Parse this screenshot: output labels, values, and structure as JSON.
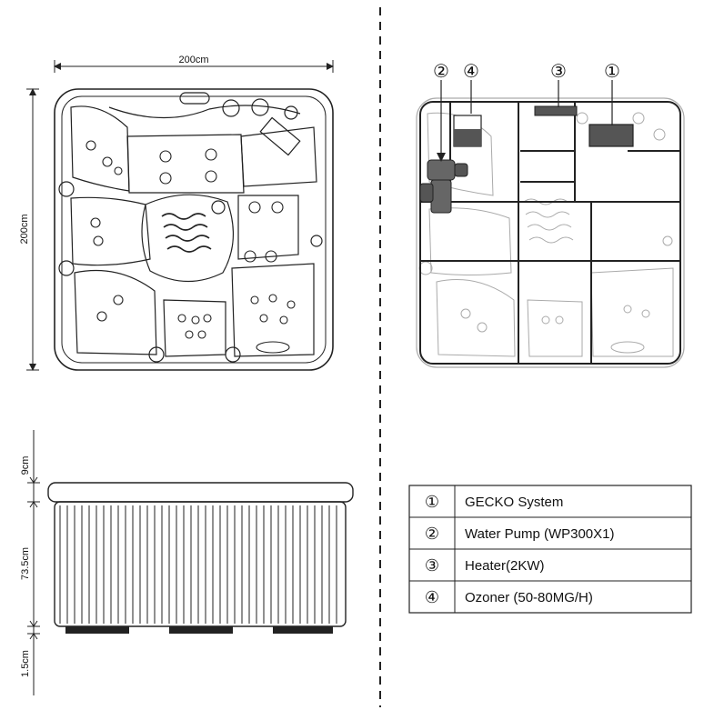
{
  "top_view": {
    "width_label": "200cm",
    "depth_label": "200cm"
  },
  "side_view": {
    "lip_label": "9cm",
    "body_label": "73.5cm",
    "base_label": "1.5cm"
  },
  "component_markers": [
    "②",
    "④",
    "③",
    "①"
  ],
  "legend": [
    {
      "marker": "①",
      "label": "GECKO System"
    },
    {
      "marker": "②",
      "label": "Water Pump (WP300X1)"
    },
    {
      "marker": "③",
      "label": "Heater(2KW)"
    },
    {
      "marker": "④",
      "label": "Ozoner (50-80MG/H)"
    }
  ],
  "colors": {
    "line": "#222222",
    "faint": "#aaaaaa",
    "component": "#555555"
  }
}
